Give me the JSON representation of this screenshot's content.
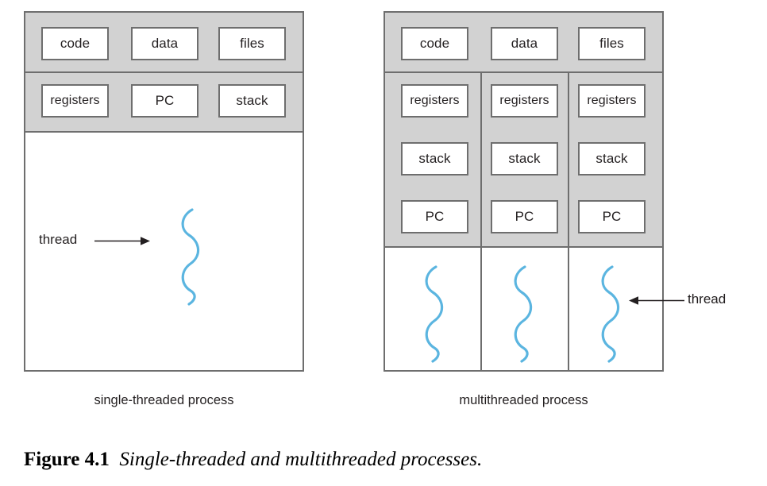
{
  "figure": {
    "caption_label": "Figure 4.1",
    "caption_text": "Single-threaded and multithreaded processes.",
    "colors": {
      "shared_band": "#d2d2d2",
      "border": "#6e6e6e",
      "thread_squiggle": "#5bb5e0",
      "text": "#231f20",
      "background": "#ffffff"
    }
  },
  "single_threaded": {
    "caption": "single-threaded process",
    "shared_row": [
      {
        "label": "code"
      },
      {
        "label": "data"
      },
      {
        "label": "files"
      }
    ],
    "per_thread_row": [
      {
        "label": "registers"
      },
      {
        "label": "PC"
      },
      {
        "label": "stack"
      }
    ],
    "threads": [
      {
        "pointer_label": "thread"
      }
    ]
  },
  "multithreaded": {
    "caption": "multithreaded process",
    "shared_row": [
      {
        "label": "code"
      },
      {
        "label": "data"
      },
      {
        "label": "files"
      }
    ],
    "columns": [
      {
        "cells": [
          "registers",
          "stack",
          "PC"
        ]
      },
      {
        "cells": [
          "registers",
          "stack",
          "PC"
        ]
      },
      {
        "cells": [
          "registers",
          "stack",
          "PC"
        ]
      }
    ],
    "threads": [
      {
        "pointer_label": ""
      },
      {
        "pointer_label": ""
      },
      {
        "pointer_label": "thread"
      }
    ],
    "pointer_label": "thread"
  }
}
